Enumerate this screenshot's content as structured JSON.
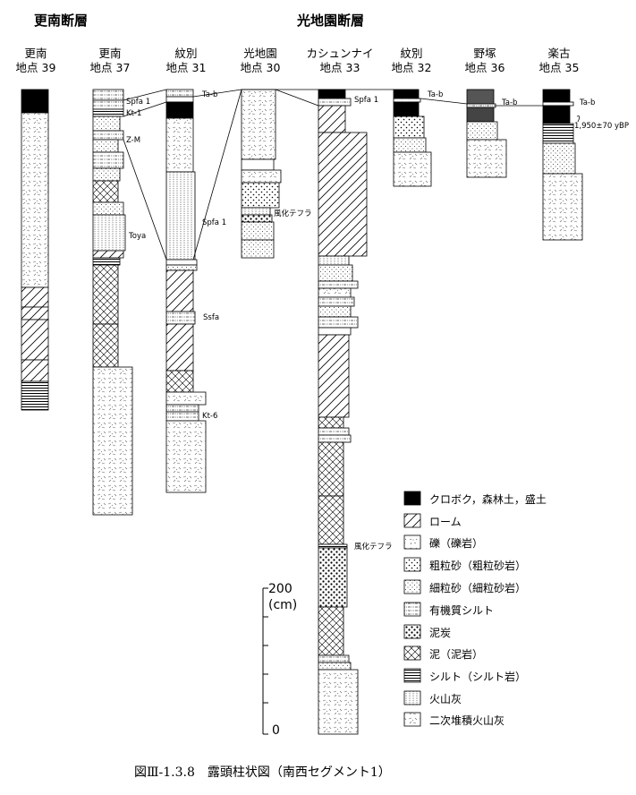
{
  "sections": [
    {
      "title": "更南断層"
    },
    {
      "title": "光地園断層"
    }
  ],
  "columns": [
    {
      "line1": "更南",
      "line2": "地点 39"
    },
    {
      "line1": "更南",
      "line2": "地点 37"
    },
    {
      "line1": "紋別",
      "line2": "地点 31"
    },
    {
      "line1": "光地園",
      "line2": "地点 30"
    },
    {
      "line1": "カシュンナイ",
      "line2": "地点 33"
    },
    {
      "line1": "紋別",
      "line2": "地点 32"
    },
    {
      "line1": "野塚",
      "line2": "地点 36"
    },
    {
      "line1": "楽古",
      "line2": "地点 35"
    }
  ],
  "tephra_labels": {
    "spfa1_37": "Spfa 1",
    "kt1": "Kt-1",
    "zm": "Z-M",
    "toya": "Toya",
    "tab_31": "Ta-b",
    "spfa1_31": "Spfa 1",
    "ssfa": "Ssfa",
    "kt6": "Kt-6",
    "weathered_30": "風化テフラ",
    "spfa1_33": "Spfa 1",
    "weathered_33": "風化テフラ",
    "tab_32": "Ta-b",
    "tab_36": "Ta-b",
    "tab_35": "Ta-b",
    "date_35": "1,950±70 yBP"
  },
  "scale": {
    "top": "200",
    "unit": "(cm)",
    "bottom": "0"
  },
  "legend": [
    {
      "label": "クロボク，森林土，盛土",
      "icon": "kuroboku-icon"
    },
    {
      "label": "ローム",
      "icon": "loam-icon"
    },
    {
      "label": "礫（礫岩）",
      "icon": "gravel-icon"
    },
    {
      "label": "粗粒砂（粗粒砂岩）",
      "icon": "coarse-sand-icon"
    },
    {
      "label": "細粒砂（細粒砂岩）",
      "icon": "fine-sand-icon"
    },
    {
      "label": "有機質シルト",
      "icon": "organic-silt-icon"
    },
    {
      "label": "泥炭",
      "icon": "peat-icon"
    },
    {
      "label": "泥（泥岩）",
      "icon": "mud-icon"
    },
    {
      "label": "シルト（シルト岩）",
      "icon": "silt-icon"
    },
    {
      "label": "火山灰",
      "icon": "volcanic-ash-icon"
    },
    {
      "label": "二次堆積火山灰",
      "icon": "reworked-ash-icon"
    }
  ],
  "caption": "図Ⅲ-1.3.8　露頭柱状図（南西セグメント1）"
}
